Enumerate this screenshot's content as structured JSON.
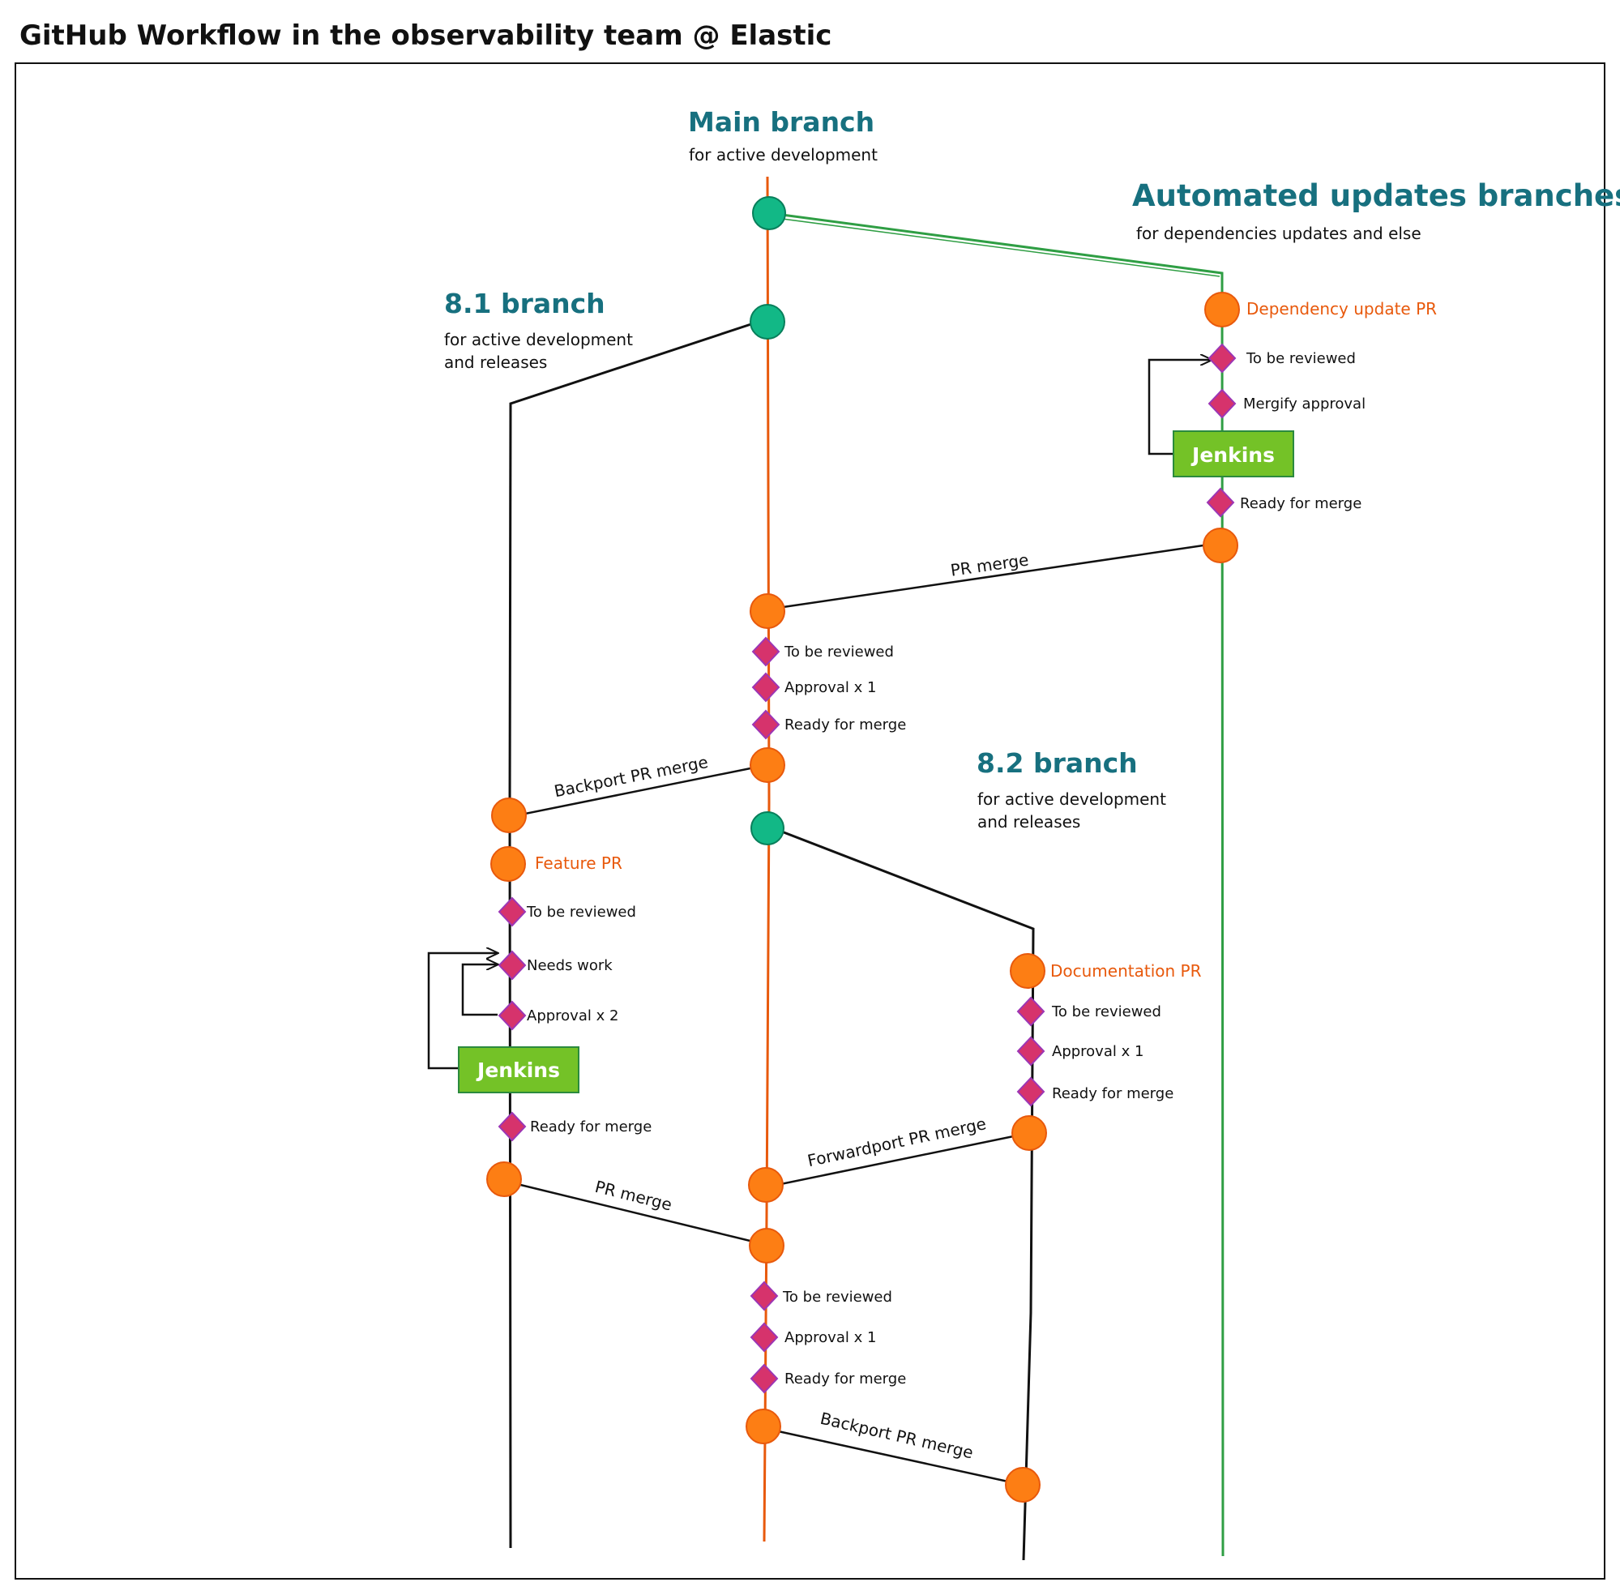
{
  "title": "GitHub Workflow in the observability team @ Elastic",
  "colors": {
    "main_line": "#e8590c",
    "automated_line": "#2f9e44",
    "branch_line": "#111111",
    "orange_node": "#fd7e14",
    "green_node": "#12b886",
    "diamond": "#d6336c",
    "jenkins_box": "#74c227",
    "heading": "#17707f"
  },
  "branches": {
    "main": {
      "title": "Main branch",
      "subtitle": "for active development"
    },
    "automated": {
      "title": "Automated updates branches",
      "subtitle": "for dependencies updates and else"
    },
    "b81": {
      "title": "8.1 branch",
      "subtitle_line1": "for active development",
      "subtitle_line2": "and releases"
    },
    "b82": {
      "title": "8.2 branch",
      "subtitle_line1": "for active development",
      "subtitle_line2": "and releases"
    }
  },
  "automated_flow": {
    "pr_label": "Dependency update PR",
    "steps": [
      "To be reviewed",
      "Mergify approval",
      "Ready for merge"
    ],
    "jenkins": "Jenkins"
  },
  "main_flow_1": {
    "steps": [
      "To be reviewed",
      "Approval x 1",
      "Ready for merge"
    ]
  },
  "feature_flow": {
    "pr_label": "Feature PR",
    "steps": [
      "To be reviewed",
      "Needs work",
      "Approval x 2",
      "Ready for merge"
    ],
    "jenkins": "Jenkins"
  },
  "documentation_flow": {
    "pr_label": "Documentation PR",
    "steps": [
      "To be reviewed",
      "Approval x 1",
      "Ready for merge"
    ]
  },
  "main_flow_2": {
    "steps": [
      "To be reviewed",
      "Approval x 1",
      "Ready for merge"
    ]
  },
  "merges": {
    "pr_merge_auto": "PR merge",
    "backport_81": "Backport PR merge",
    "pr_merge_feature": "PR merge",
    "forwardport_82": "Forwardport PR merge",
    "backport_82": "Backport PR merge"
  }
}
